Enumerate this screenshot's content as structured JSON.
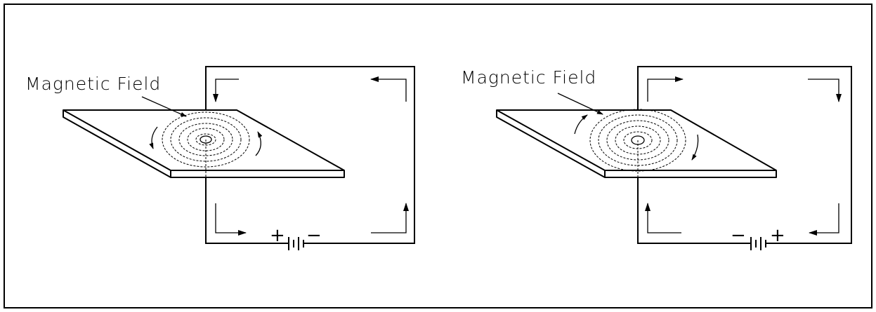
{
  "panels": [
    {
      "field_label": "Magnetic Field",
      "battery_left_sign": "+",
      "battery_right_sign": "−",
      "field_rotation": "counter-clockwise"
    },
    {
      "field_label": "Magnetic Field",
      "battery_left_sign": "−",
      "battery_right_sign": "+",
      "field_rotation": "clockwise"
    }
  ],
  "colors": {
    "line": "#000000",
    "background": "#ffffff"
  }
}
